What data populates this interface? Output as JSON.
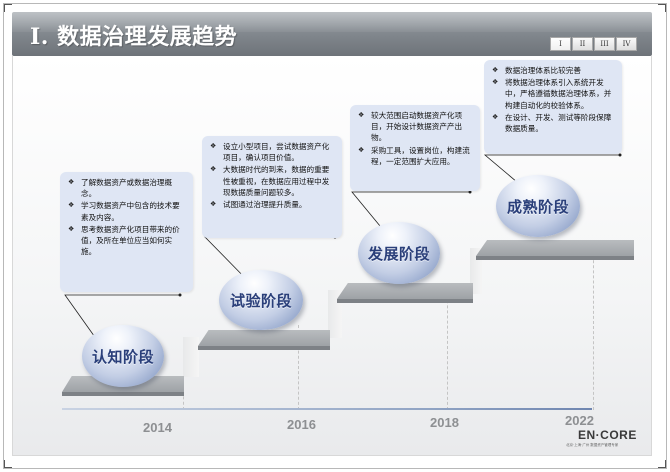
{
  "header": {
    "title": "I. 数据治理发展趋势"
  },
  "nav_tabs": [
    {
      "label": "I",
      "active": true
    },
    {
      "label": "II",
      "active": false
    },
    {
      "label": "III",
      "active": false
    },
    {
      "label": "IV",
      "active": false
    }
  ],
  "timeline": {
    "years": [
      "2014",
      "2016",
      "2018",
      "2022"
    ]
  },
  "stages": [
    {
      "name": "认知阶段",
      "bullets": [
        "了解数据资产或数据治理概念。",
        "学习数据资产中包含的技术要素及内容。",
        "思考数据资产化项目带来的价值，及所在单位应当如何实施。"
      ]
    },
    {
      "name": "试验阶段",
      "bullets": [
        "设立小型项目，尝试数据资产化项目，确认项目价值。",
        "大数据时代的到来，数据的重要性被重视，在数据应用过程中发现数据质量问题较多。",
        "试图通过治理提升质量。"
      ]
    },
    {
      "name": "发展阶段",
      "bullets": [
        "较大范围启动数据资产化项目，开始设计数据资产产出物。",
        "采购工具，设置岗位，构建流程，一定范围扩大应用。"
      ]
    },
    {
      "name": "成熟阶段",
      "bullets": [
        "数据治理体系比较完善",
        "将数据治理体系引入系统开发中，严格遵循数据治理体系，并构建自动化的校验体系。",
        "在设计、开发、测试等阶段保障数据质量。"
      ]
    }
  ],
  "brand": {
    "logo": "EN·CORE",
    "tagline": "北京·上海·广州 数据资产管理专家"
  },
  "colors": {
    "header_gray": "#858a90",
    "callout_bg": "#dfe6f4",
    "sphere_text": "#2a3f7a",
    "step_gray": "#a8acb0",
    "year_text": "#8d8f92"
  }
}
